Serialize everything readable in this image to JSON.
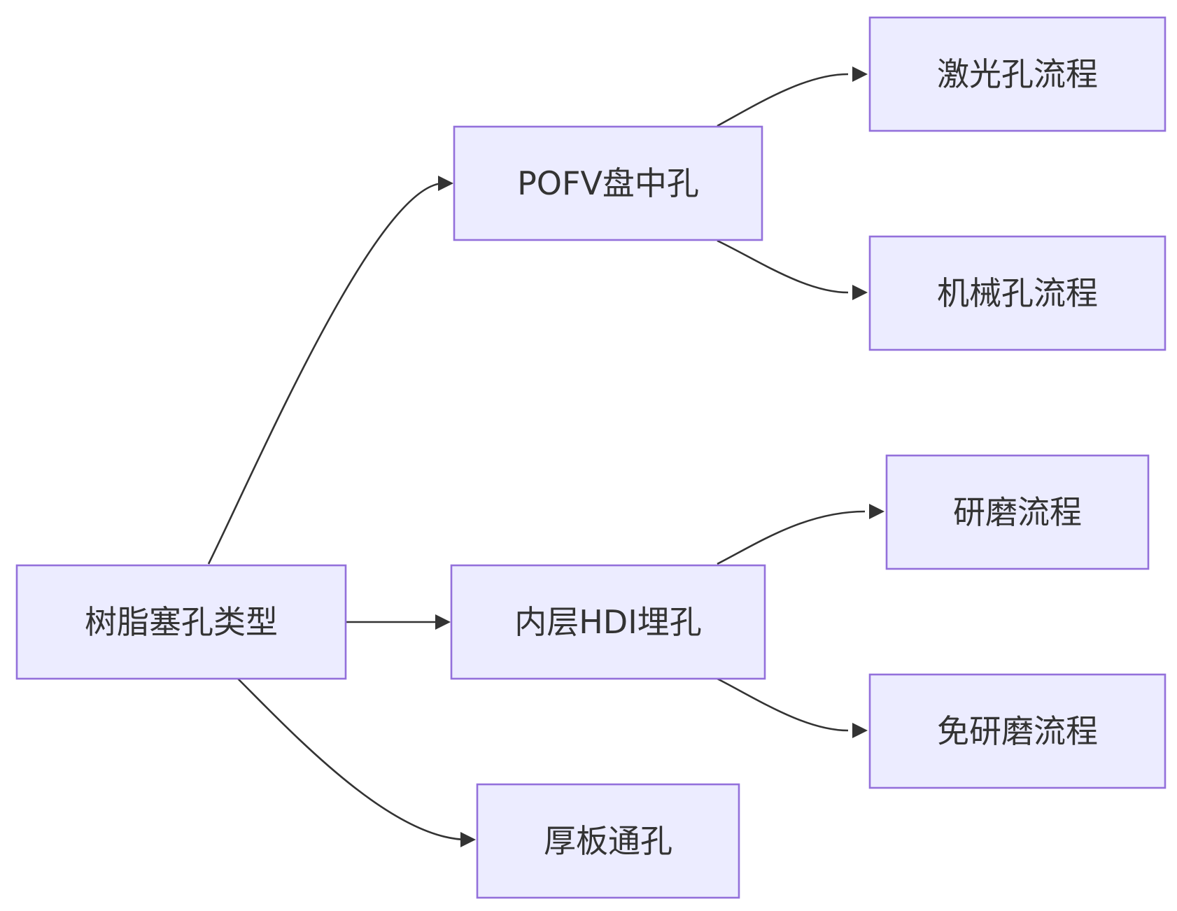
{
  "colors": {
    "node_fill": "#ECECFF",
    "node_stroke": "#9370DB",
    "edge": "#333333",
    "text": "#333333",
    "background": "#ffffff"
  },
  "nodes": {
    "root": {
      "label": "树脂塞孔类型"
    },
    "pofv": {
      "label": "POFV盘中孔"
    },
    "hdi": {
      "label": "内层HDI埋孔"
    },
    "thick": {
      "label": "厚板通孔"
    },
    "laser": {
      "label": "激光孔流程"
    },
    "mech": {
      "label": "机械孔流程"
    },
    "grind": {
      "label": "研磨流程"
    },
    "nogrind": {
      "label": "免研磨流程"
    }
  },
  "edges": [
    {
      "from": "root",
      "to": "pofv"
    },
    {
      "from": "root",
      "to": "hdi"
    },
    {
      "from": "root",
      "to": "thick"
    },
    {
      "from": "pofv",
      "to": "laser"
    },
    {
      "from": "pofv",
      "to": "mech"
    },
    {
      "from": "hdi",
      "to": "grind"
    },
    {
      "from": "hdi",
      "to": "nogrind"
    }
  ]
}
